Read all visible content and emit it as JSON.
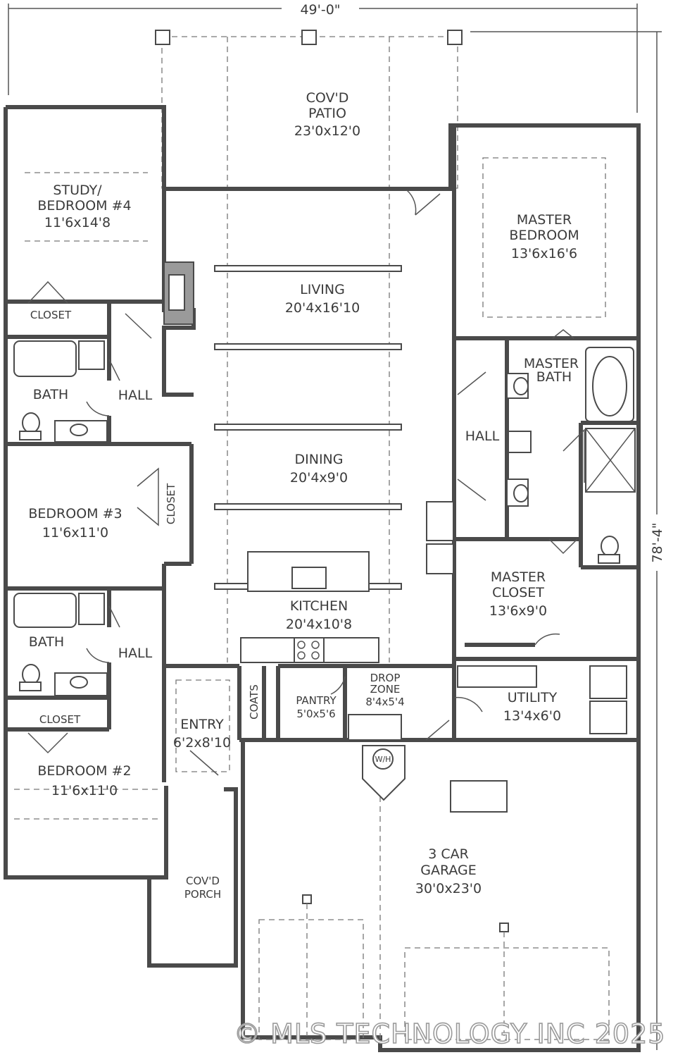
{
  "dimensions": {
    "width": "49'-0\"",
    "depth": "78'-4\""
  },
  "rooms": {
    "patio": {
      "name_line1": "COV'D",
      "name_line2": "PATIO",
      "size": "23'0x12'0"
    },
    "study": {
      "name_line1": "STUDY/",
      "name_line2": "BEDROOM #4",
      "size": "11'6x14'8"
    },
    "master_bedroom": {
      "name_line1": "MASTER",
      "name_line2": "BEDROOM",
      "size": "13'6x16'6"
    },
    "living": {
      "name": "LIVING",
      "size": "20'4x16'10"
    },
    "dining": {
      "name": "DINING",
      "size": "20'4x9'0"
    },
    "kitchen": {
      "name": "KITCHEN",
      "size": "20'4x10'8"
    },
    "bedroom3": {
      "name": "BEDROOM #3",
      "size": "11'6x11'0"
    },
    "bedroom2": {
      "name": "BEDROOM #2",
      "size": "11'6x11'0"
    },
    "master_bath": {
      "name_line1": "MASTER",
      "name_line2": "BATH"
    },
    "master_closet": {
      "name_line1": "MASTER",
      "name_line2": "CLOSET",
      "size": "13'6x9'0"
    },
    "utility": {
      "name": "UTILITY",
      "size": "13'4x6'0"
    },
    "entry": {
      "name": "ENTRY",
      "size": "6'2x8'10"
    },
    "pantry": {
      "name": "PANTRY",
      "size": "5'0x5'6"
    },
    "drop_zone": {
      "name_line1": "DROP",
      "name_line2": "ZONE",
      "size": "8'4x5'4"
    },
    "garage": {
      "name_line1": "3 CAR",
      "name_line2": "GARAGE",
      "size": "30'0x23'0"
    },
    "porch": {
      "name_line1": "COV'D",
      "name_line2": "PORCH"
    },
    "closet_study": {
      "name": "CLOSET"
    },
    "closet_bed3": {
      "name": "CLOSET"
    },
    "closet_bed2": {
      "name": "CLOSET"
    },
    "coats": {
      "name": "COATS"
    },
    "bath_upper": {
      "name": "BATH"
    },
    "bath_lower": {
      "name": "BATH"
    },
    "hall_upper": {
      "name": "HALL"
    },
    "hall_lower": {
      "name": "HALL"
    },
    "hall_master": {
      "name": "HALL"
    },
    "water_heater": {
      "name": "W/H"
    }
  },
  "watermark": "© MLS TECHNOLOGY INC 2025"
}
